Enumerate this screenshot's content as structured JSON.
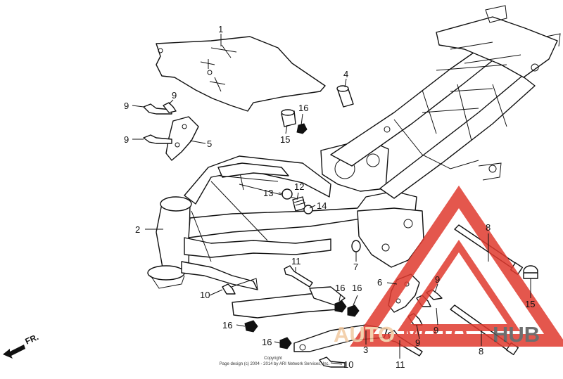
{
  "diagram": {
    "callouts": [
      {
        "id": "c1",
        "text": "1"
      },
      {
        "id": "c2",
        "text": "2"
      },
      {
        "id": "c3",
        "text": "3"
      },
      {
        "id": "c4",
        "text": "4"
      },
      {
        "id": "c5",
        "text": "5"
      },
      {
        "id": "c6",
        "text": "6"
      },
      {
        "id": "c7",
        "text": "7"
      },
      {
        "id": "c8a",
        "text": "8"
      },
      {
        "id": "c8b",
        "text": "8"
      },
      {
        "id": "c9a",
        "text": "9"
      },
      {
        "id": "c9b",
        "text": "9"
      },
      {
        "id": "c9c",
        "text": "9"
      },
      {
        "id": "c9d",
        "text": "9"
      },
      {
        "id": "c9e",
        "text": "9"
      },
      {
        "id": "c9f",
        "text": "9"
      },
      {
        "id": "c10a",
        "text": "10"
      },
      {
        "id": "c10b",
        "text": "10"
      },
      {
        "id": "c11a",
        "text": "11"
      },
      {
        "id": "c11b",
        "text": "11"
      },
      {
        "id": "c12",
        "text": "12"
      },
      {
        "id": "c13",
        "text": "13"
      },
      {
        "id": "c14",
        "text": "14"
      },
      {
        "id": "c15a",
        "text": "15"
      },
      {
        "id": "c15b",
        "text": "15"
      },
      {
        "id": "c16a",
        "text": "16"
      },
      {
        "id": "c16b",
        "text": "16"
      },
      {
        "id": "c16c",
        "text": "16"
      },
      {
        "id": "c16d",
        "text": "16"
      },
      {
        "id": "c16e",
        "text": "16"
      }
    ],
    "front_arrow_label": "FR.",
    "copyright_line1": "Copyright",
    "copyright_line2": "Page design (c) 2004 - 2014 by ARI Network Services, Inc."
  },
  "watermark": {
    "part1": "AUTO",
    "part2": "MOTO",
    "part3": "HUB",
    "color": "#e03a2f"
  }
}
